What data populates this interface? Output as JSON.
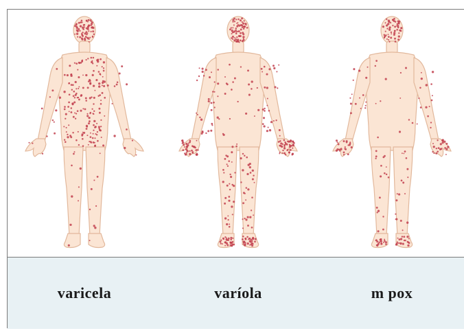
{
  "panels": [
    {
      "id": "varicela",
      "label": "varicela",
      "pattern": "centripetal"
    },
    {
      "id": "variola",
      "label": "varíola",
      "pattern": "centrifugal"
    },
    {
      "id": "mpox",
      "label": "m pox",
      "pattern": "peripheral"
    }
  ],
  "colors": {
    "skin": "#fbe5d4",
    "outline": "#e2b89c",
    "lesion": "#c2414f",
    "label_bg": "#e8f1f4",
    "border": "#7a7a7a"
  }
}
